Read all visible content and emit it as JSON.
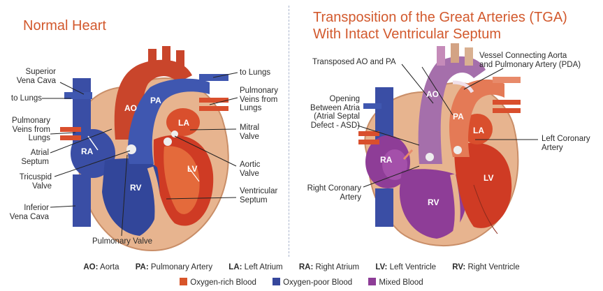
{
  "normal": {
    "title": "Normal Heart",
    "labels": {
      "svc": "Superior\nVena Cava",
      "to_lungs_left": "to Lungs",
      "pulm_veins_left": "Pulmonary\nVeins from\nLungs",
      "atrial_septum": "Atrial\nSeptum",
      "tricuspid": "Tricuspid\nValve",
      "ivc": "Inferior\nVena Cava",
      "pulm_valve": "Pulmonary Valve",
      "to_lungs_right": "to Lungs",
      "pulm_veins_right": "Pulmonary\nVeins from\nLungs",
      "mitral": "Mitral\nValve",
      "aortic": "Aortic\nValve",
      "vent_septum": "Ventricular\nSeptum"
    },
    "chambers": {
      "ao": "AO",
      "pa": "PA",
      "la": "LA",
      "ra": "RA",
      "rv": "RV",
      "lv": "LV"
    }
  },
  "tga": {
    "title_line1": "Transposition of the Great Arteries (TGA)",
    "title_line2": "With Intact Ventricular Septum",
    "labels": {
      "transposed": "Transposed AO and PA",
      "pda": "Vessel Connecting Aorta\nand Pulmonary Artery (PDA)",
      "asd": "Opening\nBetween Atria\n(Atrial Septal\nDefect - ASD)",
      "left_coronary": "Left Coronary\nArtery",
      "right_coronary": "Right Coronary\nArtery"
    },
    "chambers": {
      "ao": "AO",
      "pa": "PA",
      "la": "LA",
      "ra": "RA",
      "rv": "RV",
      "lv": "LV"
    }
  },
  "legend": {
    "abbreviations": [
      {
        "abbr": "AO:",
        "text": "Aorta"
      },
      {
        "abbr": "PA:",
        "text": "Pulmonary Artery"
      },
      {
        "abbr": "LA:",
        "text": "Left Atrium"
      },
      {
        "abbr": "RA:",
        "text": "Right Atrium"
      },
      {
        "abbr": "LV:",
        "text": "Left Ventricle"
      },
      {
        "abbr": "RV:",
        "text": "Right Ventricle"
      }
    ],
    "colors": [
      {
        "label": "Oxygen-rich Blood",
        "color": "#d8552a"
      },
      {
        "label": "Oxygen-poor Blood",
        "color": "#36479c"
      },
      {
        "label": "Mixed Blood",
        "color": "#8e3d97"
      }
    ]
  }
}
